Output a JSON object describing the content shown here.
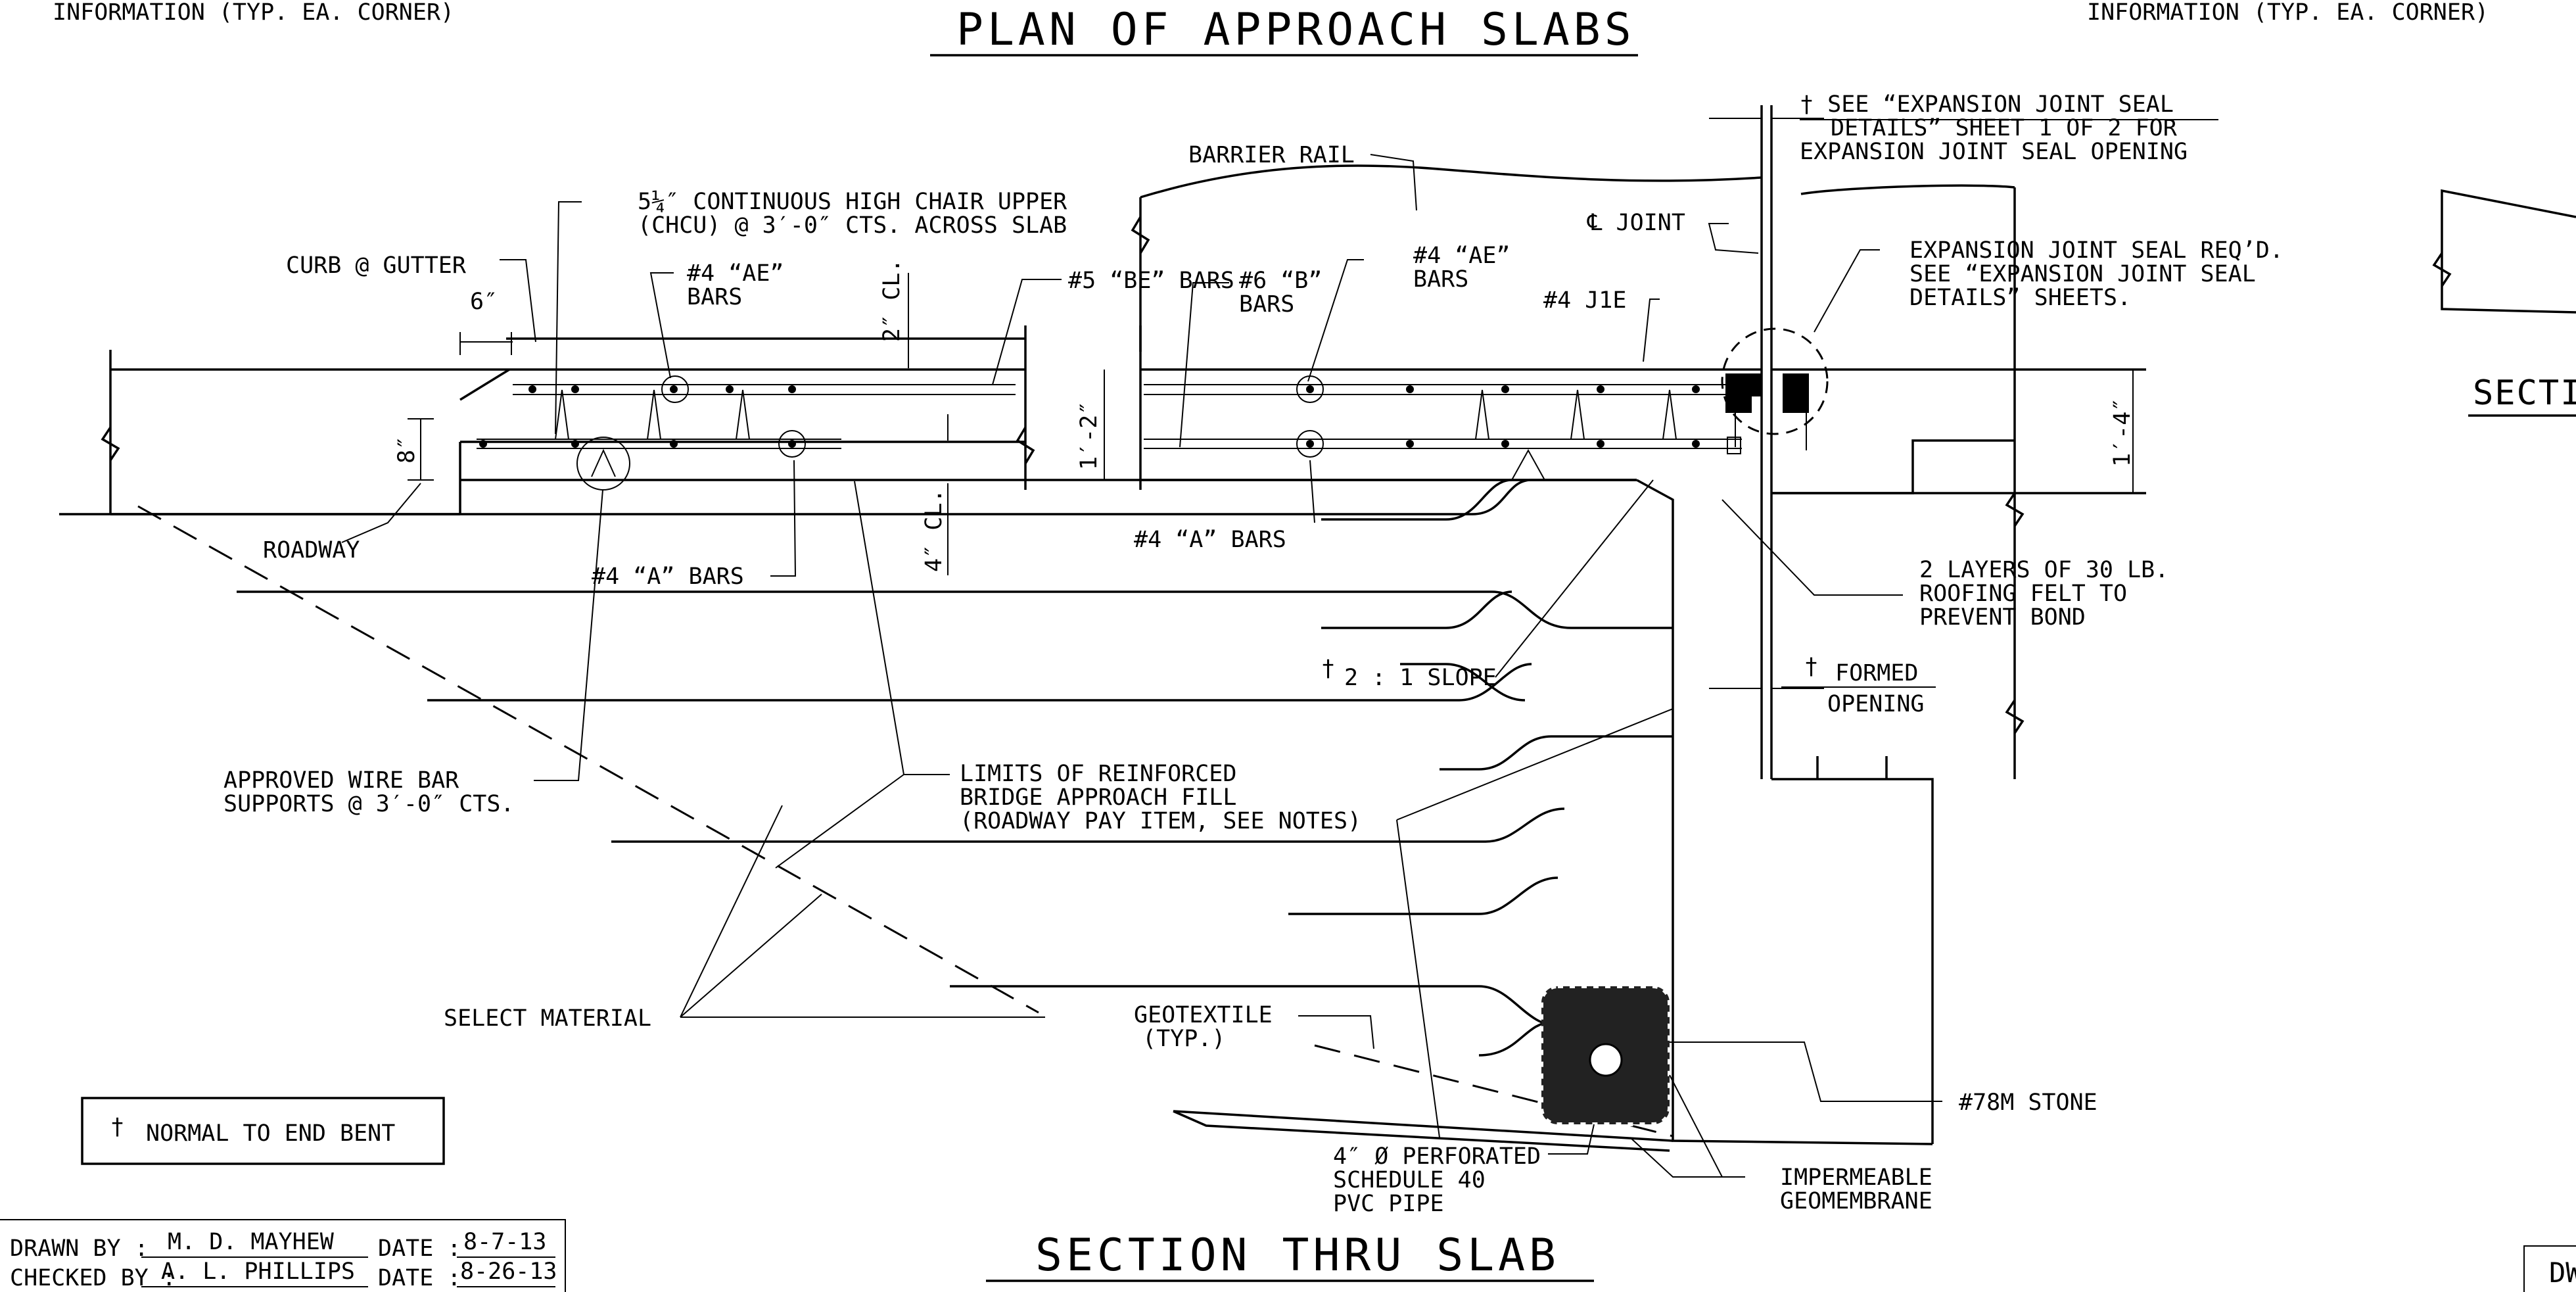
{
  "titles": {
    "plan": "PLAN OF APPROACH SLABS",
    "section": "SECTION THRU SLAB",
    "top_left_note": "INFORMATION (TYP. EA. CORNER)",
    "top_right_note": "INFORMATION (TYP. EA. CORNER)"
  },
  "labels": {
    "curb_gutter": "CURB @ GUTTER",
    "dim_6in": "6″",
    "dim_8in": "8″",
    "roadway": "ROADWAY",
    "chcu_1": "5¼″ CONTINUOUS HIGH CHAIR UPPER",
    "chcu_2": "(CHCU) @ 3′-0″ CTS. ACROSS SLAB",
    "ae_left_1": "#4 “AE”",
    "ae_left_2": "BARS",
    "cl_2in": "2″ CL.",
    "be_bars": "#5 “BE” BARS",
    "dim_1_2": "1′-2″",
    "a_bars_left": "#4 “A” BARS",
    "cl_4in": "4″ CL.",
    "barrier_rail": "BARRIER RAIL",
    "b_bars_1": "#6 “B”",
    "b_bars_2": "BARS",
    "ae_right_1": "#4 “AE”",
    "ae_right_2": "BARS",
    "a_bars_right": "#4 “A” BARS",
    "joint": "℄ JOINT",
    "j1e": "#4 J1E",
    "exp_open_1": "† SEE “EXPANSION JOINT SEAL",
    "exp_open_2": "DETAILS” SHEET 1 OF 2 FOR",
    "exp_open_3": "EXPANSION JOINT SEAL OPENING",
    "exp_seal_1": "EXPANSION JOINT SEAL REQ’D.",
    "exp_seal_2": "SEE “EXPANSION JOINT SEAL",
    "exp_seal_3": "DETAILS” SHEETS.",
    "dim_1_4": "1′-4″",
    "felt_1": "2 LAYERS OF 30 LB.",
    "felt_2": "ROOFING FELT TO",
    "felt_3": "PREVENT BOND",
    "slope": "2 : 1 SLOPE",
    "formed_1": "FORMED",
    "formed_2": "OPENING",
    "wire_1": "APPROVED WIRE BAR",
    "wire_2": "SUPPORTS @ 3′-0″ CTS.",
    "limits_1": "LIMITS OF REINFORCED",
    "limits_2": "BRIDGE APPROACH FILL",
    "limits_3": "(ROADWAY PAY ITEM, SEE NOTES)",
    "select_material": "SELECT MATERIAL",
    "geotextile_1": "GEOTEXTILE",
    "geotextile_2": "(TYP.)",
    "stone": "#78M STONE",
    "pipe_1": "4″ Ø PERFORATED",
    "pipe_2": "SCHEDULE 40",
    "pipe_3": "PVC PIPE",
    "membrane_1": "IMPERMEABLE",
    "membrane_2": "GEOMEMBRANE",
    "section_partial": "SECTI",
    "dw_partial": "DW"
  },
  "legend": {
    "dagger": "†",
    "text": "NORMAL TO END BENT"
  },
  "title_block": {
    "drawn_by_label": "DRAWN BY :",
    "drawn_by": "M. D. MAYHEW",
    "drawn_date_label": "DATE :",
    "drawn_date": "8-7-13",
    "checked_by_label": "CHECKED BY :",
    "checked_by": "A. L. PHILLIPS",
    "checked_date_label": "DATE :",
    "checked_date": "8-26-13"
  }
}
